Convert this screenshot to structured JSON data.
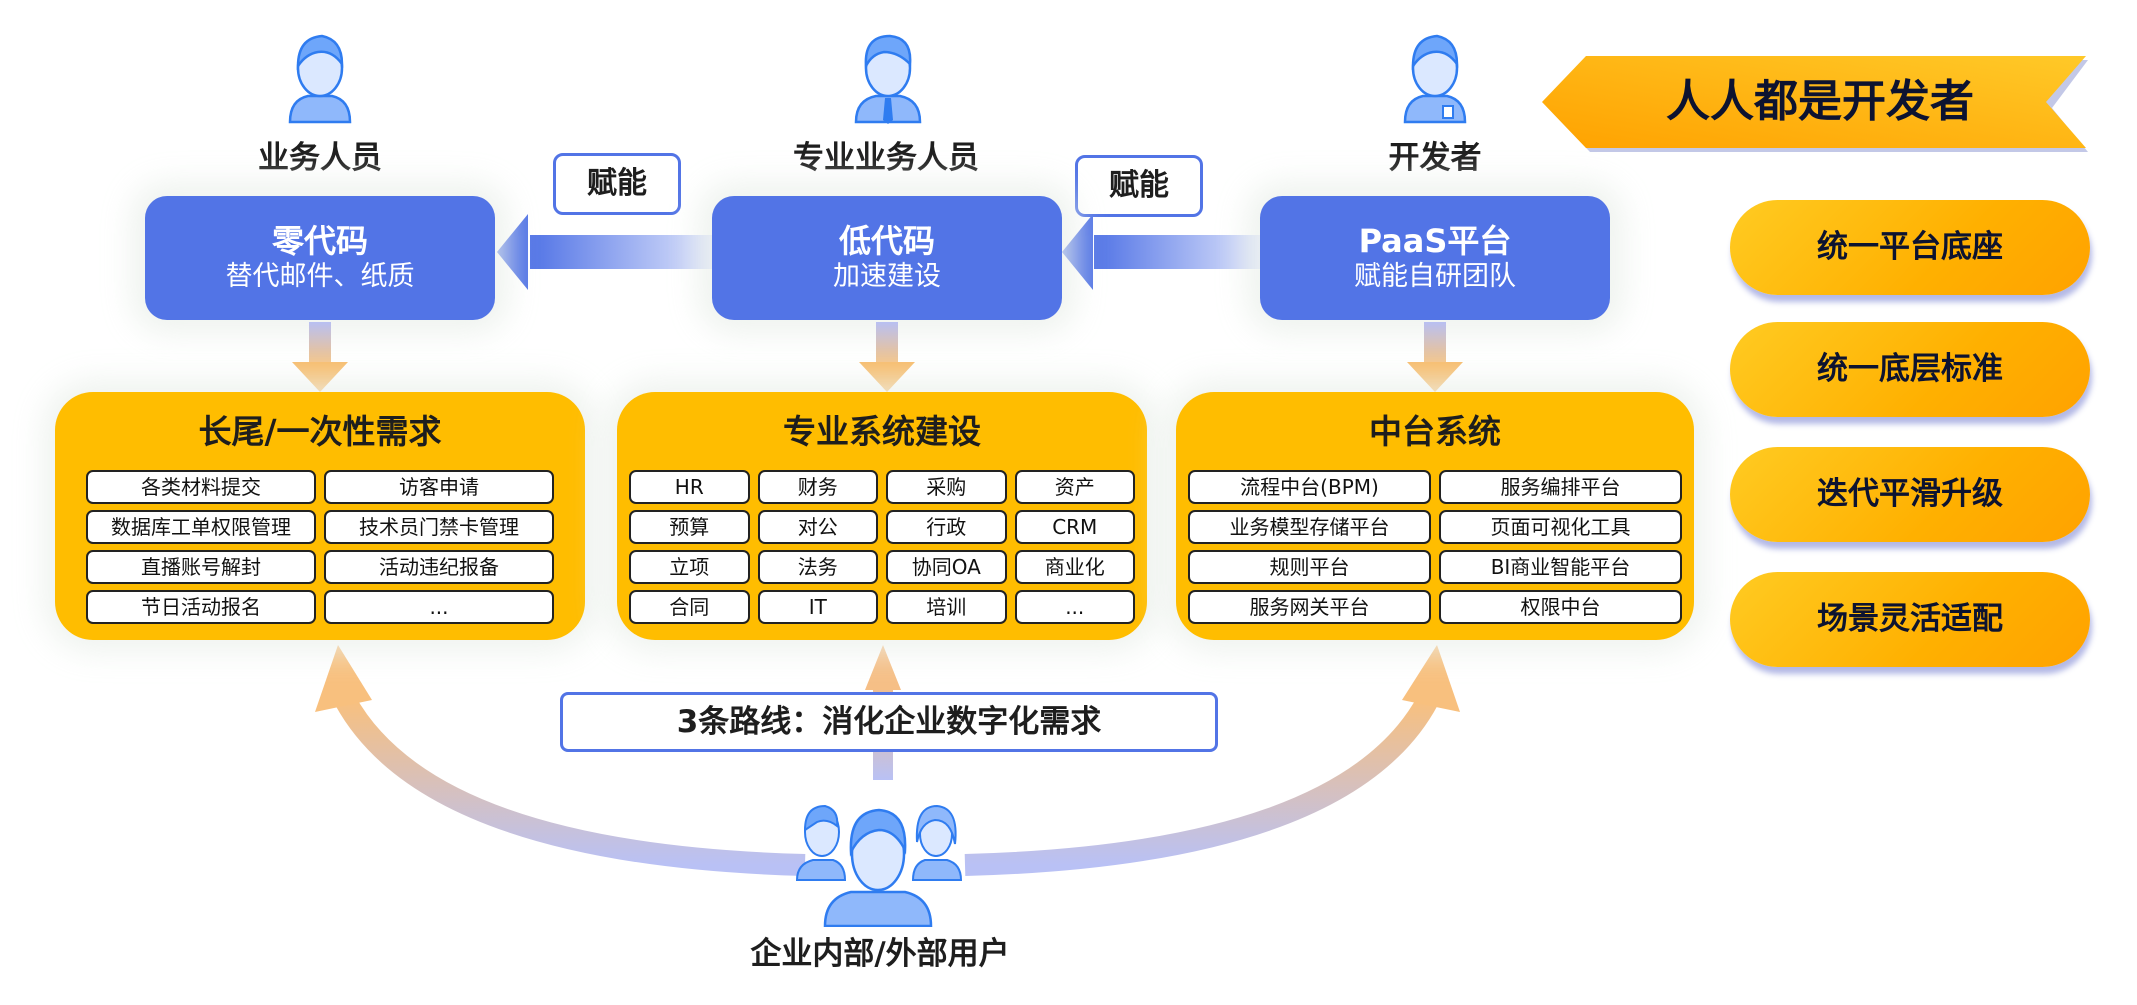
{
  "roles": [
    {
      "label": "业务人员",
      "icon": "business-person-icon"
    },
    {
      "label": "专业业务人员",
      "icon": "professional-person-icon"
    },
    {
      "label": "开发者",
      "icon": "developer-person-icon"
    }
  ],
  "platforms": [
    {
      "title": "零代码",
      "subtitle": "替代邮件、纸质"
    },
    {
      "title": "低代码",
      "subtitle": "加速建设"
    },
    {
      "title": "PaaS平台",
      "subtitle": "赋能自研团队"
    }
  ],
  "empower_labels": [
    "赋能",
    "赋能"
  ],
  "scenarios": [
    {
      "title": "长尾/一次性需求",
      "items": [
        "各类材料提交",
        "访客申请",
        "数据库工单权限管理",
        "技术员门禁卡管理",
        "直播账号解封",
        "活动违纪报备",
        "节日活动报名",
        "..."
      ]
    },
    {
      "title": "专业系统建设",
      "items": [
        "HR",
        "财务",
        "采购",
        "资产",
        "预算",
        "对公",
        "行政",
        "CRM",
        "立项",
        "法务",
        "协同OA",
        "商业化",
        "合同",
        "IT",
        "培训",
        "..."
      ]
    },
    {
      "title": "中台系统",
      "items": [
        "流程中台(BPM)",
        "服务编排平台",
        "业务模型存储平台",
        "页面可视化工具",
        "规则平台",
        "BI商业智能平台",
        "服务网关平台",
        "权限中台"
      ]
    }
  ],
  "routes_label": "3条路线：消化企业数字化需求",
  "users_label": "企业内部/外部用户",
  "banner": "人人都是开发者",
  "features": [
    "统一平台底座",
    "统一底层标准",
    "迭代平滑升级",
    "场景灵活适配"
  ],
  "colors": {
    "blue": "#5274e6",
    "yellow": "#ffbd00",
    "orange": "#ffa200",
    "dark_text": "#0d1330"
  }
}
